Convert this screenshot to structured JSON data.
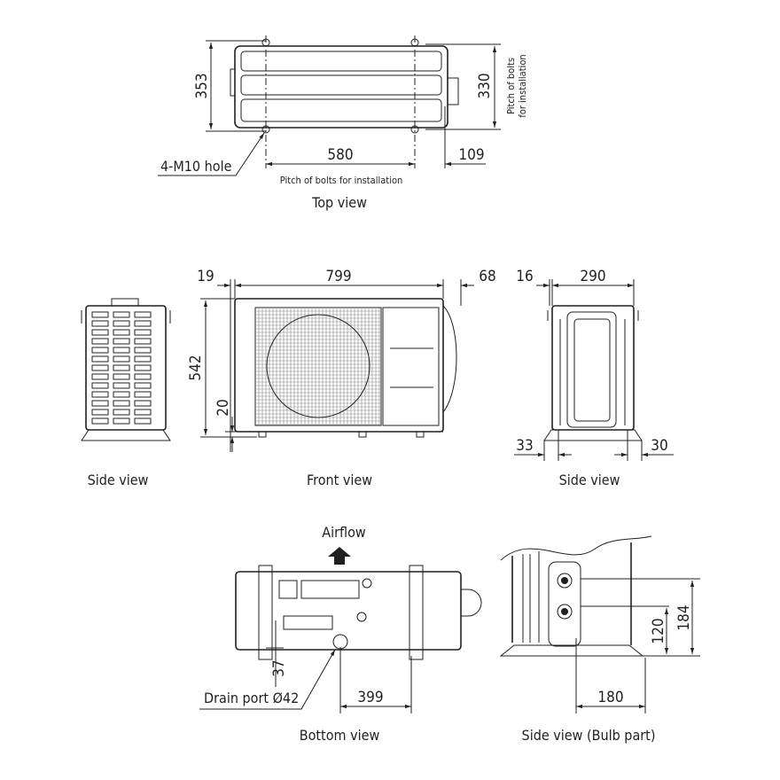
{
  "top_view": {
    "title": "Top view",
    "dim_depth": "353",
    "dim_bolt_pitch_depth": "330",
    "pitch_label_line1": "Pitch of bolts",
    "pitch_label_line2": "for installation",
    "dim_bolt_pitch_width": "580",
    "dim_offset": "109",
    "hole_label": "4-M10 hole",
    "pitch_label": "Pitch of bolts for installation"
  },
  "front_view": {
    "title": "Front view",
    "dim_left": "19",
    "dim_width": "799",
    "dim_right": "68",
    "dim_height": "542",
    "dim_base": "20"
  },
  "side_view_left": {
    "title": "Side view"
  },
  "side_view_right": {
    "title": "Side view",
    "dim_left": "16",
    "dim_depth": "290",
    "dim_foot_left": "33",
    "dim_foot_right": "30"
  },
  "bottom_view": {
    "title": "Bottom view",
    "airflow": "Airflow",
    "dim_drain_height": "37",
    "drain_label": "Drain port Ø42",
    "dim_drain_offset": "399"
  },
  "bulb_view": {
    "title": "Side view (Bulb part)",
    "dim_upper": "184",
    "dim_lower": "120",
    "dim_horizontal": "180"
  }
}
